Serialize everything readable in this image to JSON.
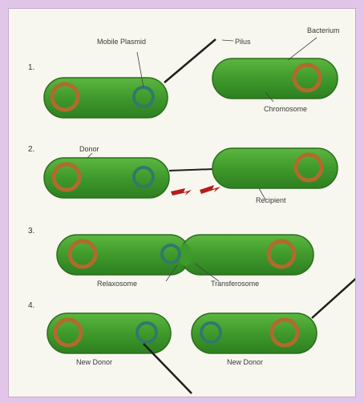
{
  "steps": [
    "1.",
    "2.",
    "3.",
    "4."
  ],
  "labels": {
    "mobile_plasmid": "Mobile Plasmid",
    "pilus": "Pilus",
    "bacterium": "Bacterium",
    "chromosome": "Chromosome",
    "donor": "Donor",
    "recipient": "Recipient",
    "relaxosome": "Relaxosome",
    "transferosome": "Transferosome",
    "new_donor_left": "New Donor",
    "new_donor_right": "New Donor"
  },
  "colors": {
    "cell_fill": "#3f9a2c",
    "cell_edge": "#2b6e1d",
    "chromosome": "#b06b2c",
    "plasmid": "#2f7a6a",
    "dna_arrow": "#b51c1c",
    "pilus_line": "#1f1f1f"
  }
}
